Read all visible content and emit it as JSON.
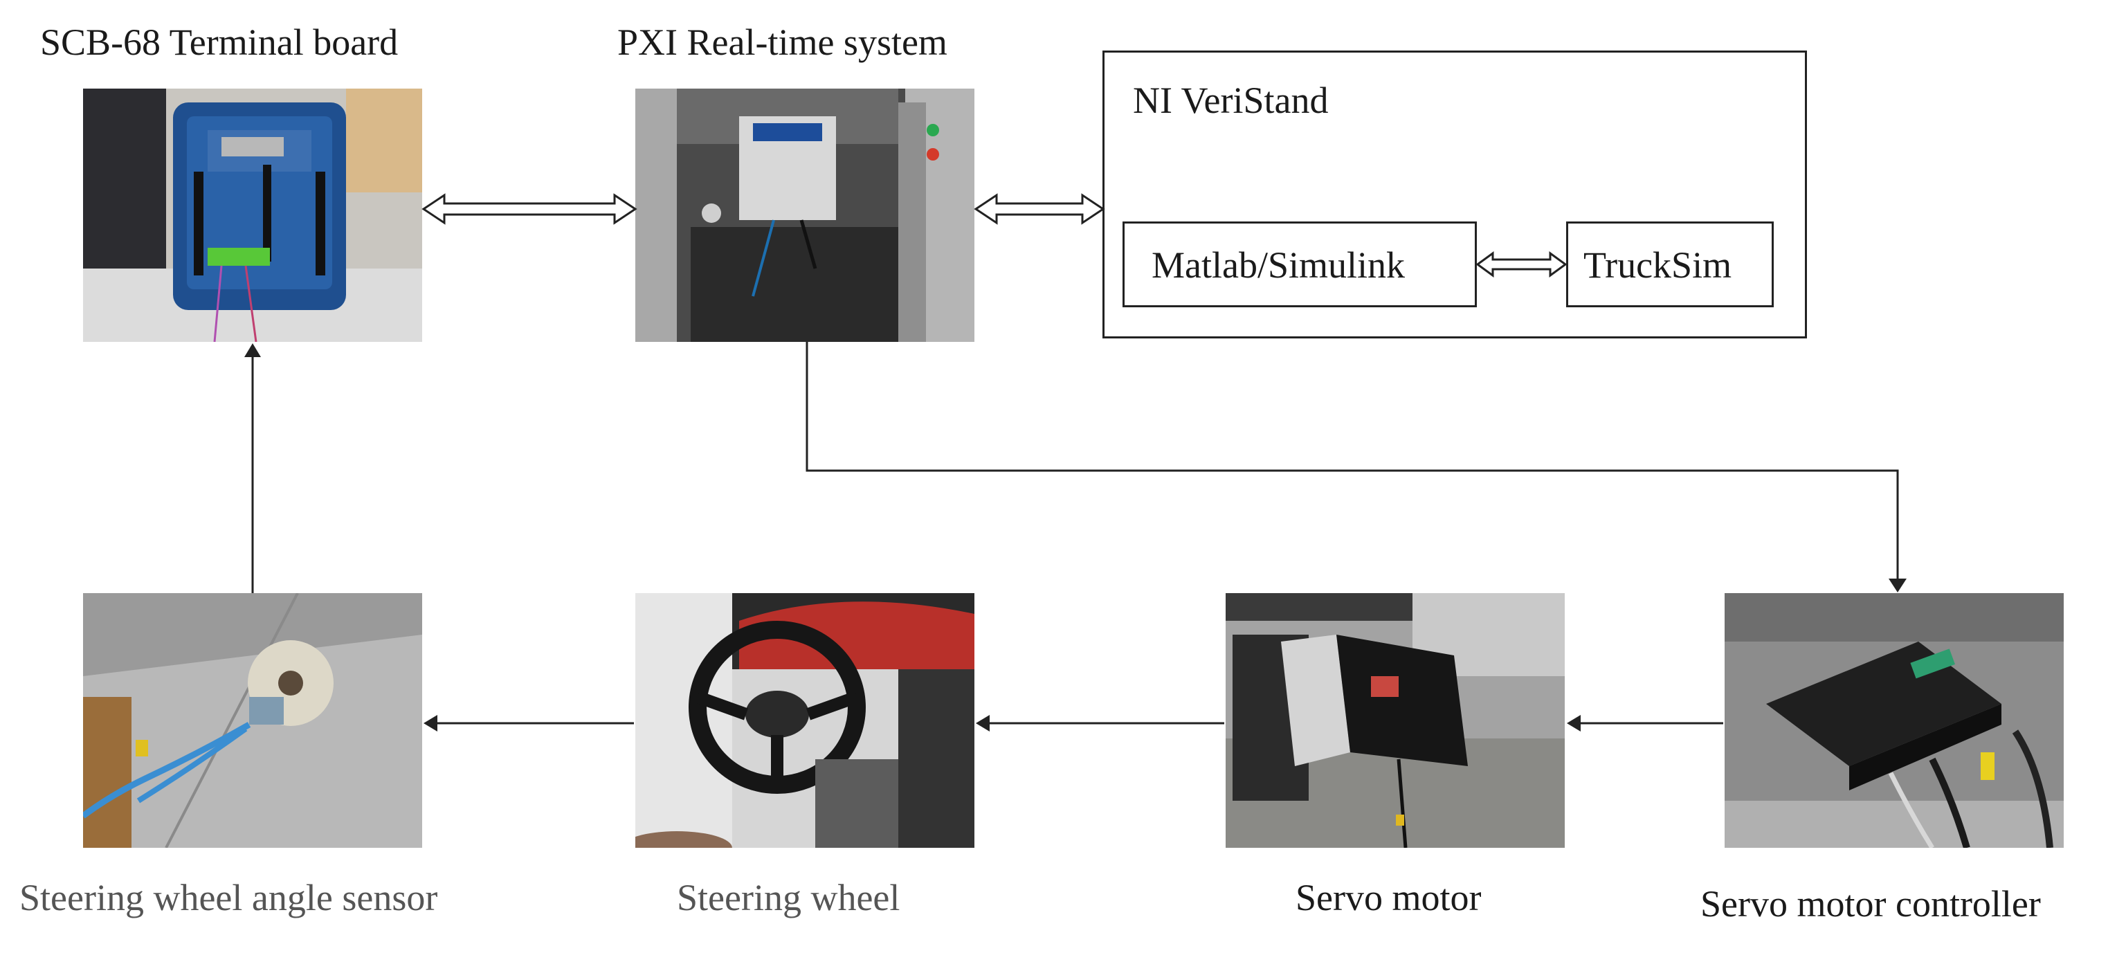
{
  "nodes": {
    "terminal_board": {
      "label": "SCB-68 Terminal board"
    },
    "pxi_system": {
      "label": "PXI Real-time system"
    },
    "angle_sensor": {
      "label": "Steering wheel angle sensor"
    },
    "steering_wheel": {
      "label": "Steering wheel"
    },
    "servo_motor": {
      "label": "Servo motor"
    },
    "servo_controller": {
      "label": "Servo motor controller"
    }
  },
  "veristand": {
    "title": "NI VeriStand",
    "simulink": "Matlab/Simulink",
    "trucksim": "TruckSim"
  },
  "edges": [
    {
      "from": "terminal_board",
      "to": "pxi_system",
      "type": "bidirectional"
    },
    {
      "from": "pxi_system",
      "to": "veristand",
      "type": "bidirectional"
    },
    {
      "from": "simulink",
      "to": "trucksim",
      "type": "bidirectional"
    },
    {
      "from": "pxi_system",
      "to": "servo_controller",
      "type": "directed"
    },
    {
      "from": "servo_controller",
      "to": "servo_motor",
      "type": "directed"
    },
    {
      "from": "servo_motor",
      "to": "steering_wheel",
      "type": "directed"
    },
    {
      "from": "steering_wheel",
      "to": "angle_sensor",
      "type": "directed"
    },
    {
      "from": "angle_sensor",
      "to": "terminal_board",
      "type": "directed"
    }
  ]
}
